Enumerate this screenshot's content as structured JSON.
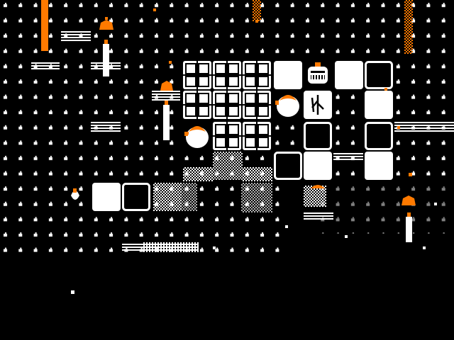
{
  "colors": {
    "background": "#000000",
    "foreground": "#ffffff",
    "accent": "#ff7a00"
  },
  "tiles": [
    {
      "kind": "grid-window"
    },
    {
      "kind": "grid-window"
    },
    {
      "kind": "grid-window"
    },
    {
      "kind": "solid"
    },
    {
      "kind": "robot"
    },
    {
      "kind": "solid"
    },
    {
      "kind": "outline"
    },
    {
      "kind": "grid-window"
    },
    {
      "kind": "grid-window"
    },
    {
      "kind": "grid-window"
    },
    {
      "kind": "egg"
    },
    {
      "kind": "plant"
    },
    {
      "kind": "solid"
    },
    {
      "kind": "grid-window"
    },
    {
      "kind": "egg"
    },
    {
      "kind": "grid-window"
    },
    {
      "kind": "outline"
    },
    {
      "kind": "outline"
    },
    {
      "kind": "outline"
    },
    {
      "kind": "solid"
    },
    {
      "kind": "solid"
    },
    {
      "kind": "solid"
    },
    {
      "kind": "outline"
    },
    {
      "kind": "dither"
    }
  ],
  "icons": [
    "bell-icon",
    "flame-icon",
    "candle-icon",
    "robot-face-icon",
    "egg-icon",
    "plant-icon"
  ]
}
